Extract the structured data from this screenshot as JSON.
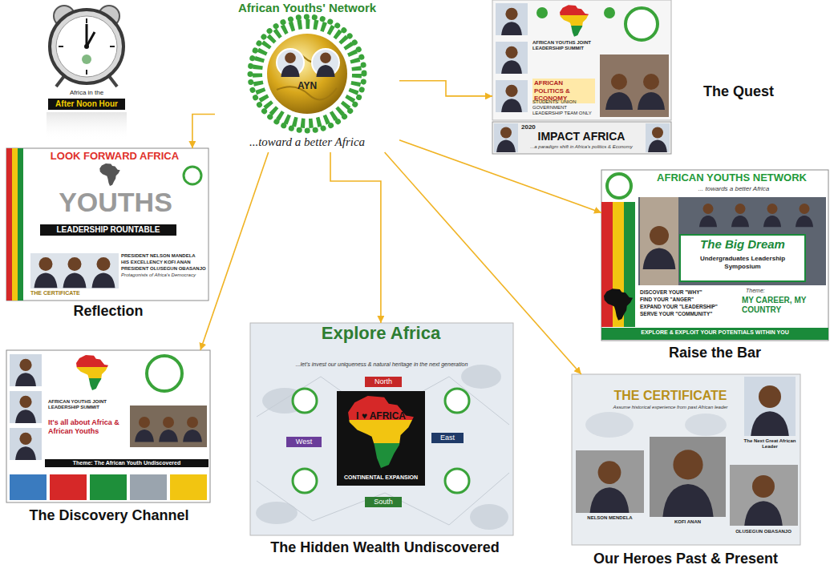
{
  "diagram": {
    "nodes": [
      {
        "text": [
          "Africa in the",
          "After Noon Hour"
        ]
      },
      {
        "text": [
          "African Youths' Network",
          "AYN",
          "...toward a better Africa"
        ]
      },
      {
        "text": [
          "AFRICAN YOUTHS JOINT LEADERSHIP SUMMIT",
          "AFRICAN POLITICS & ECONOMY",
          "STUDENTS' UNION GOVERNMENT LEADERSHIP TEAM ONLY",
          "2020",
          "IMPACT AFRICA",
          "...a paradigm shift in Africa's politics & Economy",
          "The Quest"
        ]
      },
      {
        "text": [
          "AFRICAN YOUTHS NETWORK",
          "... towards a better Africa",
          "The Big Dream",
          "Undergraduates Leadership Symposium",
          "DISCOVER YOUR \"WHY\"",
          "FIND YOUR \"ANGER\"",
          "EXPAND YOUR \"LEADERSHIP\"",
          "SERVE YOUR \"COMMUNITY\"",
          "Theme:",
          "MY CAREER, MY COUNTRY",
          "EXPLORE & EXPLOIT YOUR POTENTIALS WITHIN YOU",
          "Raise the Bar"
        ]
      },
      {
        "text": [
          "LOOK FORWARD AFRICA",
          "YOUTHS",
          "LEADERSHIP ROUNTABLE",
          "PRESIDENT NELSON MANDELA",
          "HIS EXCELLENCY KOFI ANAN",
          "PRESIDENT OLUSEGUN OBASANJO",
          "Protagonists of Africa's Democracy",
          "THE CERTIFICATE",
          "Reflection"
        ]
      },
      {
        "text": [
          "AFRICAN YOUTHS JOINT LEADERSHIP SUMMIT",
          "It's all about Africa & African Youths",
          "Theme: The African Youth Undiscovered",
          "The Discovery Channel"
        ]
      },
      {
        "text": [
          "Explore Africa",
          "...let's invest our uniqueness & natural heritage in the next generation",
          "North",
          "West",
          "East",
          "South",
          "I ♥ AFRICA",
          "CONTINENTAL EXPANSION",
          "The Hidden Wealth Undiscovered"
        ]
      },
      {
        "text": [
          "THE CERTIFICATE",
          "Assume historical experience from past African leader",
          "The Next Great African Leader",
          "NELSON MENDELA",
          "KOFI ANAN",
          "OLUSEGUN OBASANJO",
          "Our Heroes Past & Present"
        ]
      }
    ],
    "edges": [
      {
        "from": 1,
        "to": 2,
        "arrow": "to"
      },
      {
        "from": 1,
        "to": 3,
        "arrow": "to"
      },
      {
        "from": 1,
        "to": 7,
        "arrow": "to"
      },
      {
        "from": 1,
        "to": 6,
        "arrow": "to"
      },
      {
        "from": 1,
        "to": 5,
        "arrow": "to"
      },
      {
        "from": 1,
        "to": 4,
        "arrow": "to"
      }
    ]
  }
}
